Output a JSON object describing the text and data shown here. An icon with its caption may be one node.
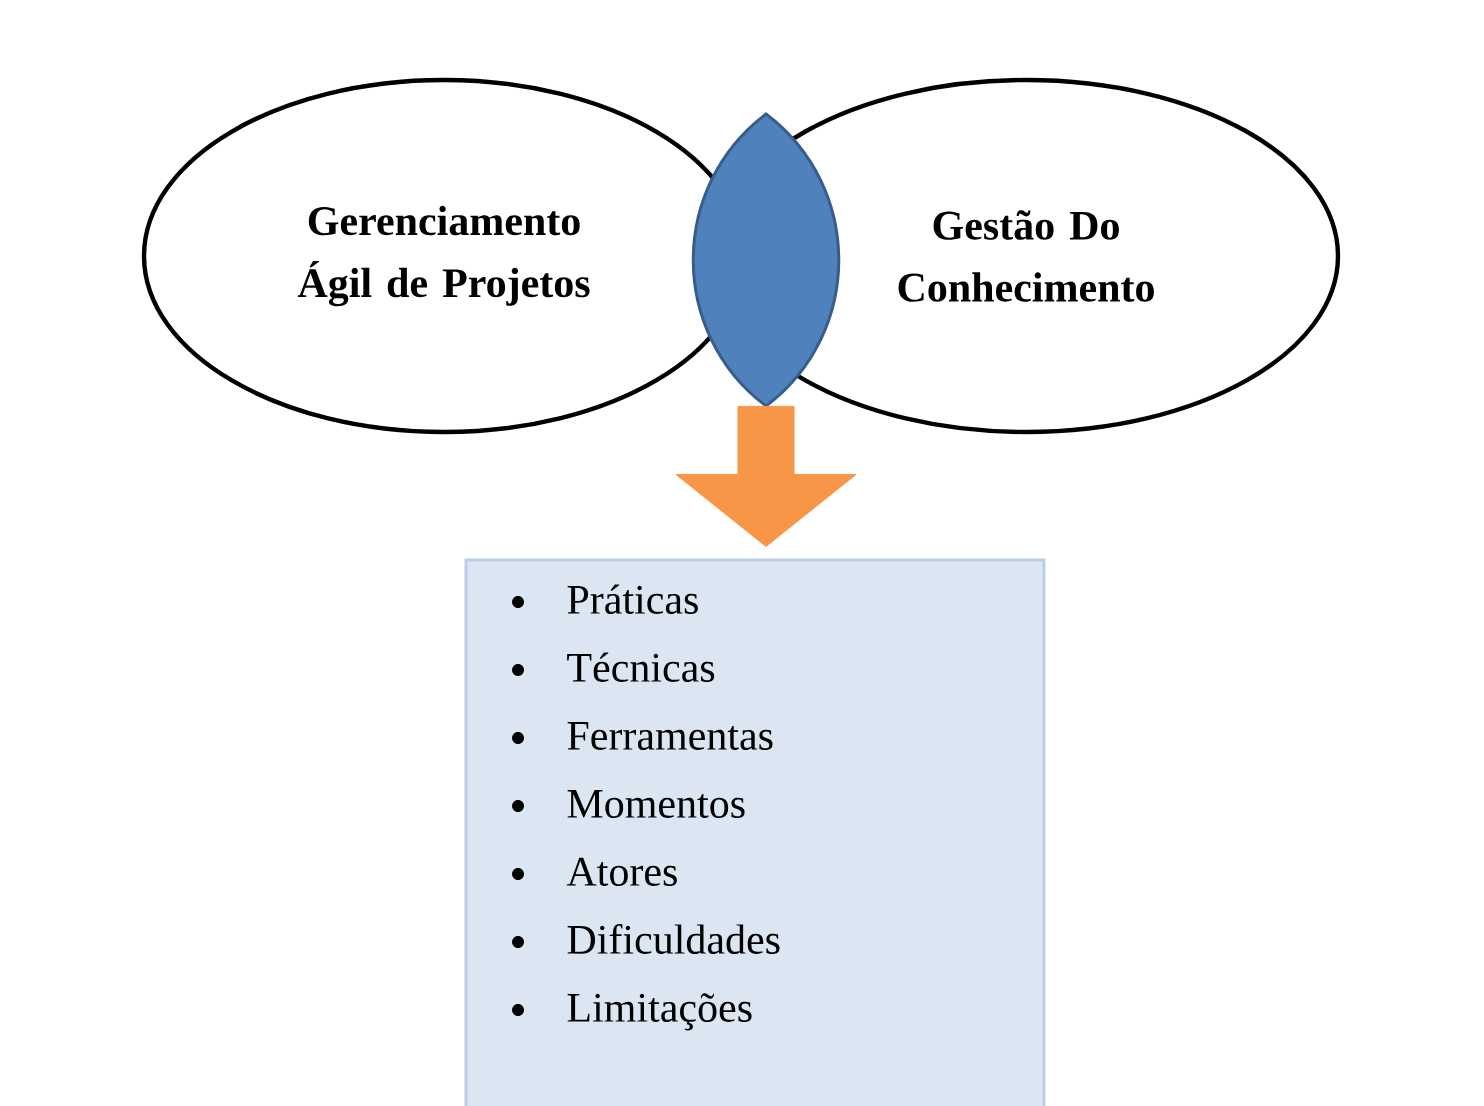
{
  "diagram": {
    "nodes": [
      {
        "text": [
          "Gerenciamento Ágil de Projetos"
        ]
      },
      {
        "text": [
          "Gestão Do Conhecimento"
        ]
      },
      {
        "text": [],
        "shape": "lens"
      },
      {
        "text": [
          "Práticas",
          "Técnicas",
          "Ferramentas",
          "Momentos",
          "Atores",
          "Dificuldades",
          "Limitações"
        ]
      }
    ],
    "edges": [
      {
        "from": 2,
        "to": 3,
        "arrow": "to",
        "style": "thick",
        "color": "#f79646"
      }
    ]
  }
}
